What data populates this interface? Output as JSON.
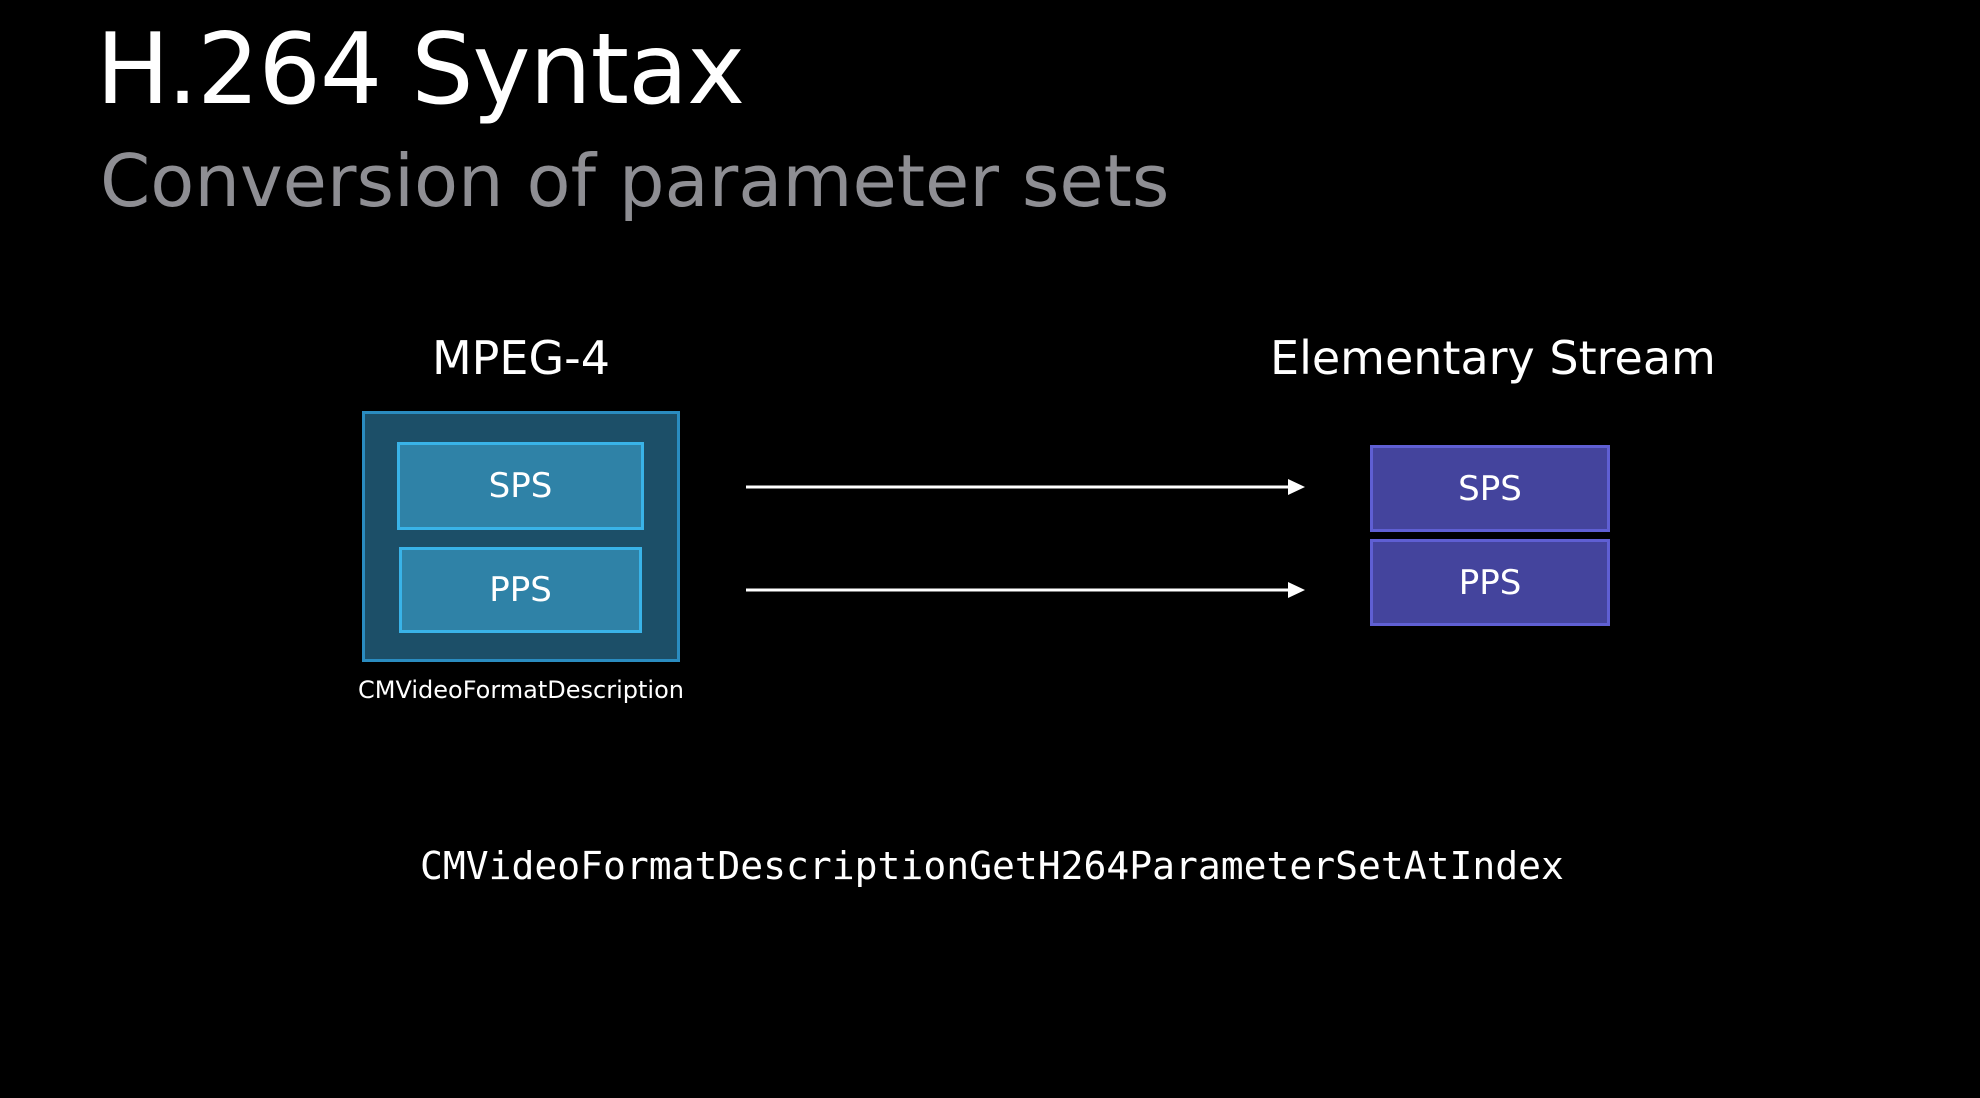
{
  "slide": {
    "title": "H.264 Syntax",
    "subtitle": "Conversion of parameter sets"
  },
  "left_group": {
    "heading": "MPEG-4",
    "boxes": [
      "SPS",
      "PPS"
    ],
    "caption": "CMVideoFormatDescription"
  },
  "right_group": {
    "heading": "Elementary Stream",
    "boxes": [
      "SPS",
      "PPS"
    ]
  },
  "function_name": "CMVideoFormatDescriptionGetH264ParameterSetAtIndex",
  "colors": {
    "background": "#000000",
    "subtitle": "#8e8e93",
    "container_fill": "#1c4f68",
    "teal_box_fill": "#2f82a7",
    "teal_box_border": "#39b3e8",
    "purple_box_fill": "#44449d",
    "purple_box_border": "#5f5fd3"
  }
}
